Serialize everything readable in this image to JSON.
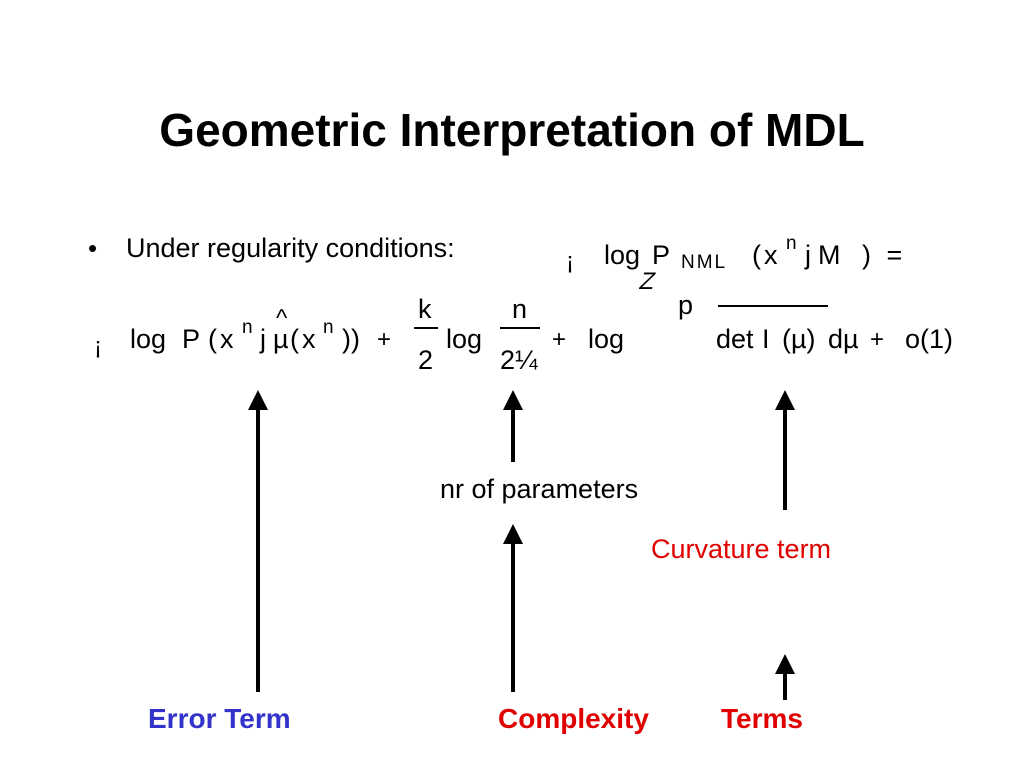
{
  "slide": {
    "title": "Geometric Interpretation of MDL",
    "bullet": {
      "marker": "•",
      "text": "Under regularity conditions:"
    },
    "equation": {
      "line1": {
        "neg": "¡",
        "log": "log",
        "P": "P",
        "sub_nml": "NML",
        "paren_open": "(",
        "x": "x",
        "sup_n": "n",
        "given": "j",
        "M": "M",
        "close_eq": ") ="
      },
      "line2": {
        "neg": "¡",
        "log": "log",
        "P": "P",
        "paren_open": "(",
        "x1": "x",
        "sup_n1": "n",
        "given": "j",
        "hat": "^",
        "theta": "µ",
        "paren_open2": "(",
        "x2": "x",
        "sup_n2": "n",
        "close": "))",
        "plus1": "+",
        "k": "k",
        "two": "2",
        "log2": "log",
        "n": "n",
        "two_pi": "2¼",
        "plus2": "+",
        "log3": "log",
        "integral": "Z",
        "sqrt": "p",
        "det": "det",
        "I": "I",
        "theta_arg": "(µ)",
        "dtheta": "dµ",
        "plus3": "+",
        "o1": "o(1)"
      }
    },
    "labels": {
      "nr_params": "nr of parameters",
      "curvature": "Curvature term",
      "error_term": "Error Term",
      "complexity": "Complexity",
      "terms": "Terms"
    },
    "colors": {
      "error_term": "#3333cc",
      "complexity": "#e00000",
      "curvature": "#e00000"
    }
  }
}
